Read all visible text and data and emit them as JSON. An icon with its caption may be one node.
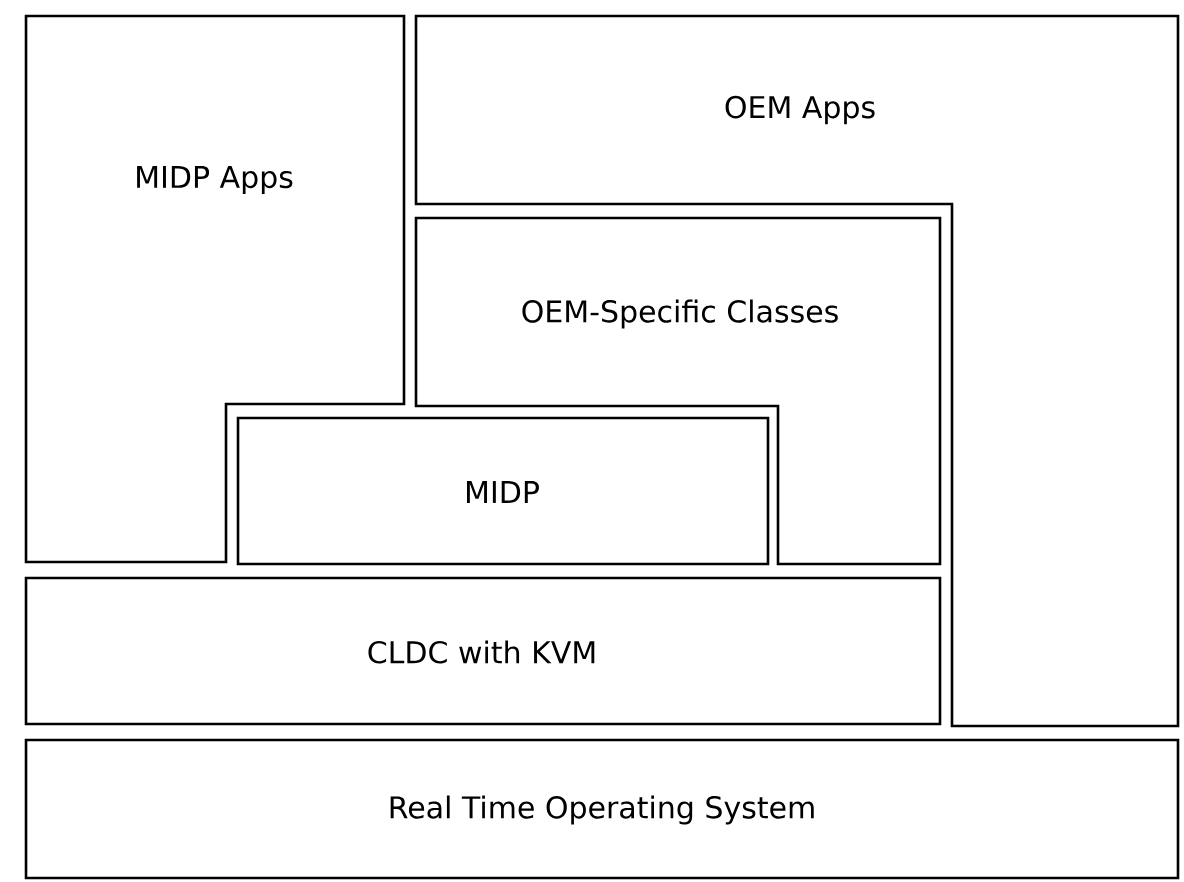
{
  "diagram": {
    "nodes": [
      {
        "text": [
          "MIDP Apps"
        ]
      },
      {
        "text": [
          "OEM Apps"
        ]
      },
      {
        "text": [
          "OEM-Specific Classes"
        ]
      },
      {
        "text": [
          "MIDP"
        ]
      },
      {
        "text": [
          "CLDC with KVM"
        ]
      },
      {
        "text": [
          "Real Time Operating System"
        ]
      }
    ]
  }
}
